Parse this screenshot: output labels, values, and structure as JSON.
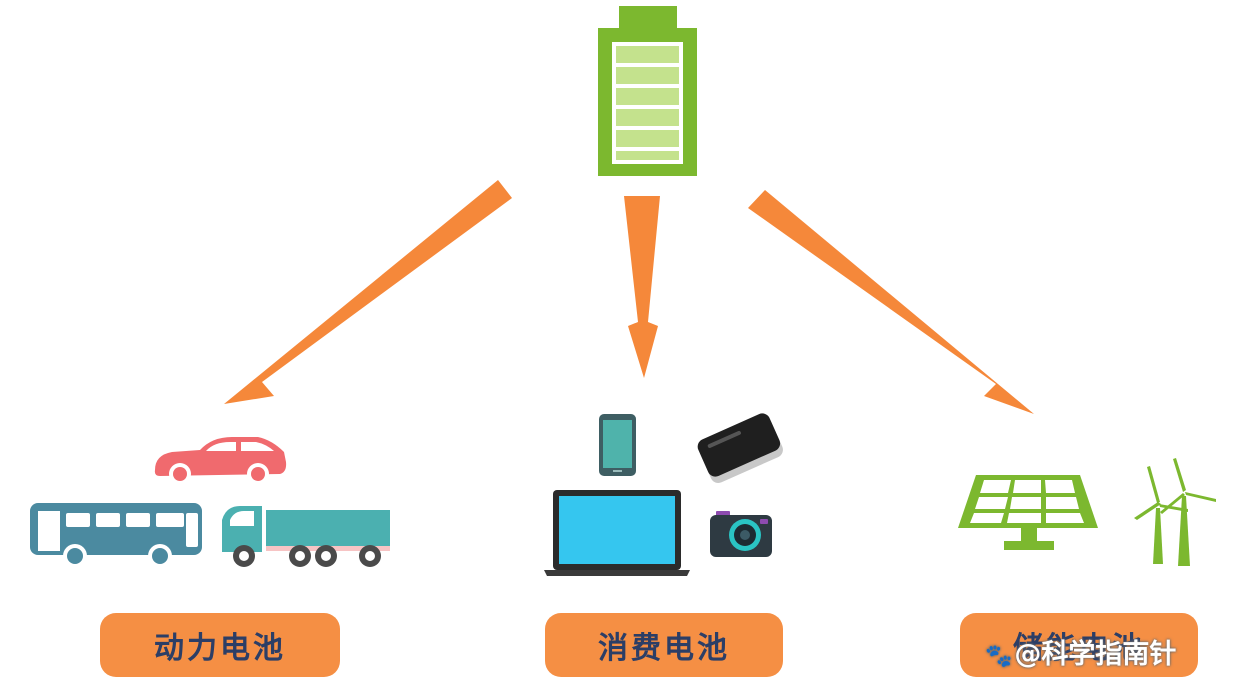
{
  "labels": {
    "power": "动力电池",
    "consumer": "消费电池",
    "storage": "储能电池"
  },
  "watermark": {
    "icon": "paw-icon",
    "text": "@科学指南针"
  },
  "colors": {
    "arrow": "#f5883a",
    "label_bg": "#f58f44",
    "label_text": "#2c3e66",
    "battery": "#7cb82f",
    "bus": "#4b8aa0",
    "truck": "#4bb0b0",
    "car": "#f06a6e",
    "laptop_screen": "#35c6ef",
    "phone_screen": "#4fb3ab",
    "solar": "#7cb82f",
    "wind": "#7cb82f"
  }
}
